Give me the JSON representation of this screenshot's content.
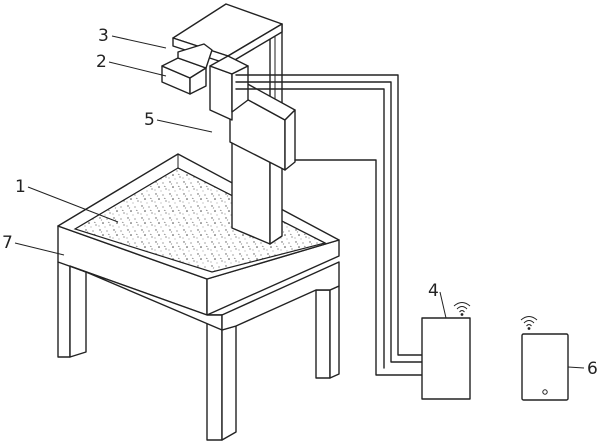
{
  "labels": {
    "l1": "1",
    "l2": "2",
    "l3": "3",
    "l4": "4",
    "l5": "5",
    "l6": "6",
    "l7": "7"
  },
  "icons": {
    "device_wifi": "wifi-icon",
    "tablet_wifi": "wifi-icon",
    "tablet_button": "home-button-icon"
  }
}
